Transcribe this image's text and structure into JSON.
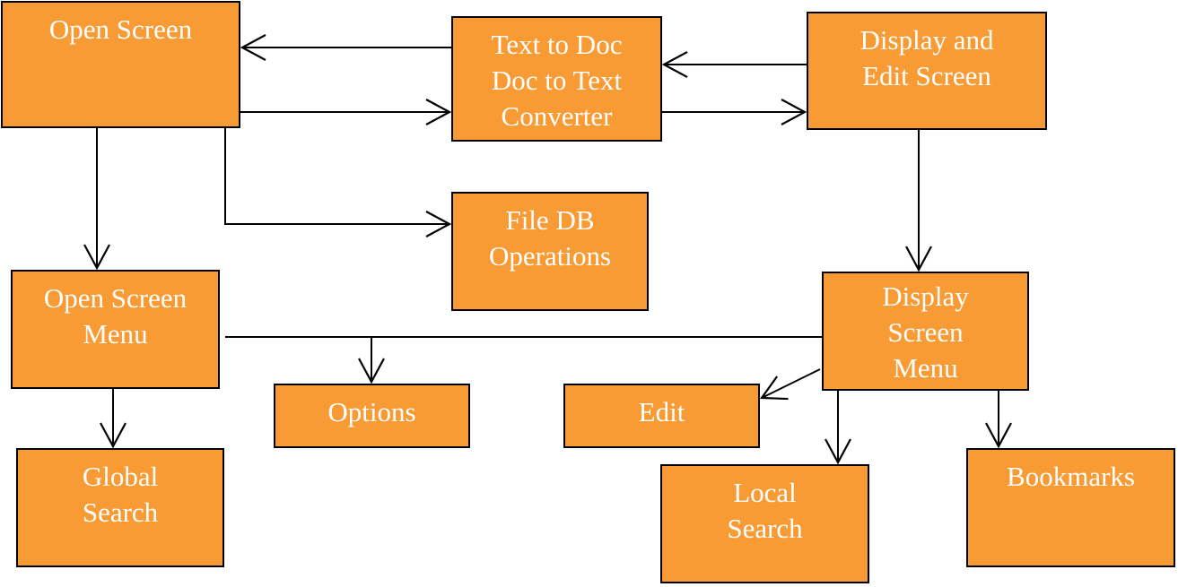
{
  "diagram": {
    "colors": {
      "box_fill": "#f99b34",
      "box_border": "#000000",
      "box_text": "#ffffff",
      "connector": "#000000"
    },
    "nodes": {
      "open_screen": {
        "lines": [
          "Open Screen"
        ]
      },
      "converter": {
        "lines": [
          "Text to Doc",
          "Doc to Text",
          "Converter"
        ]
      },
      "display_edit": {
        "lines": [
          "Display and",
          "Edit Screen"
        ]
      },
      "file_db": {
        "lines": [
          "File DB",
          "Operations"
        ]
      },
      "open_menu": {
        "lines": [
          "Open Screen",
          "Menu"
        ]
      },
      "display_menu": {
        "lines": [
          "Display",
          "Screen",
          "Menu"
        ]
      },
      "options": {
        "lines": [
          "Options"
        ]
      },
      "edit": {
        "lines": [
          "Edit"
        ]
      },
      "global_search": {
        "lines": [
          "Global",
          "Search"
        ]
      },
      "local_search": {
        "lines": [
          "Local",
          "Search"
        ]
      },
      "bookmarks": {
        "lines": [
          "Bookmarks"
        ]
      }
    },
    "edges": [
      {
        "from": "converter",
        "to": "open_screen"
      },
      {
        "from": "open_screen",
        "to": "converter"
      },
      {
        "from": "display_edit",
        "to": "converter"
      },
      {
        "from": "converter",
        "to": "display_edit"
      },
      {
        "from": "open_screen",
        "to": "open_menu"
      },
      {
        "from": "open_screen",
        "to": "file_db"
      },
      {
        "from": "display_edit",
        "to": "display_menu"
      },
      {
        "from": "open_menu",
        "to": "global_search"
      },
      {
        "from": "open_menu",
        "to": "options"
      },
      {
        "from": "display_menu",
        "to": "options"
      },
      {
        "from": "display_menu",
        "to": "edit"
      },
      {
        "from": "display_menu",
        "to": "local_search"
      },
      {
        "from": "display_menu",
        "to": "bookmarks"
      }
    ]
  }
}
